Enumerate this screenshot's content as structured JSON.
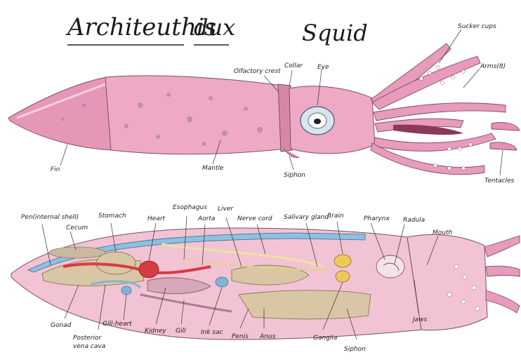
{
  "title": {
    "genus": "Architeuthis",
    "species": "dux",
    "common": "Squid"
  },
  "external_labels": {
    "sucker_cups": "Sucker cups",
    "arms": "Arms(8)",
    "olfactory_crest": "Olfactory crest",
    "collar": "Collar",
    "eye": "Eye",
    "fin": "Fin",
    "mantle": "Mantle",
    "siphon": "Siphon",
    "tentacles": "Tentacles"
  },
  "internal_labels": {
    "pen": "Pen(internal shell)",
    "cecum": "Cecum",
    "stomach": "Stomach",
    "heart": "Heart",
    "esophagus": "Esophagus",
    "aorta": "Aorta",
    "liver": "Liver",
    "nerve_cord": "Nerve cord",
    "salivary_gland": "Salivary gland",
    "brain": "Brain",
    "pharynx": "Pharynx",
    "radula": "Radula",
    "mouth": "Mouth",
    "gonad": "Gonad",
    "posterior_vena_cava_1": "Posterior",
    "posterior_vena_cava_2": "vena cava",
    "gill_heart": "Gill-heart",
    "kidney": "Kidney",
    "gill": "Gill",
    "ink_sac": "Ink sac",
    "penis": "Penis",
    "anus": "Anus",
    "ganglia": "Ganglia",
    "siphon": "Siphon",
    "jaws": "Jaws"
  },
  "colors": {
    "body_pink": "#eea9c4",
    "body_dark": "#d886a8",
    "spot": "#a88ba8",
    "blue": "#7fb6d8",
    "red": "#d83a44",
    "tan": "#d9c6a4",
    "yellow": "#f0c85a",
    "pale_yellow": "#efe2a0"
  }
}
